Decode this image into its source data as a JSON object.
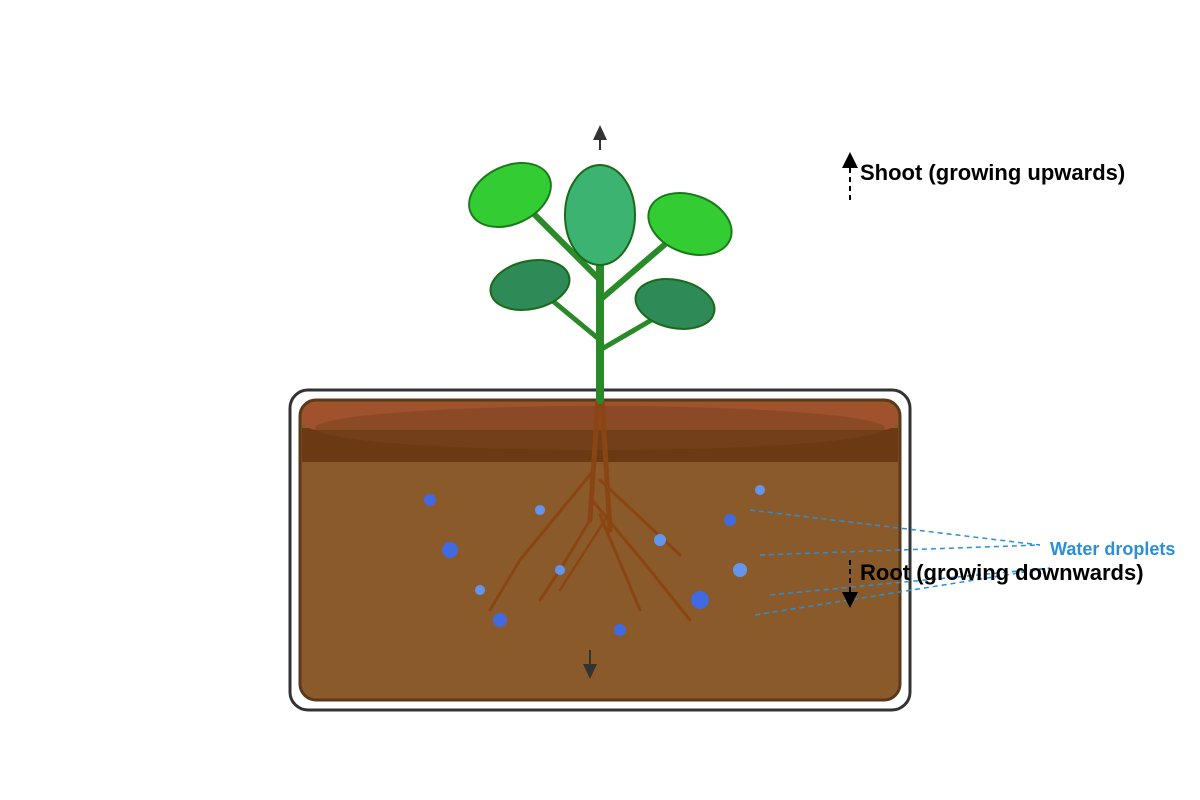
{
  "labels": {
    "shoot": "Shoot (growing upwards)",
    "root": "Root (growing downwards)",
    "water": "Water droplets"
  },
  "colors": {
    "stem": "#2a8a2a",
    "leaf_light": "#33cc33",
    "leaf_dark": "#2e8b57",
    "leaf_center": "#3cb371",
    "soil": "#8b5a2b",
    "soil_top": "#a0522d",
    "soil_band": "#6b3a14",
    "root": "#8b4513",
    "water_dark": "#4169e1",
    "water_light": "#6495ed",
    "water_label": "#2a8fd8",
    "container_border": "#333333"
  }
}
